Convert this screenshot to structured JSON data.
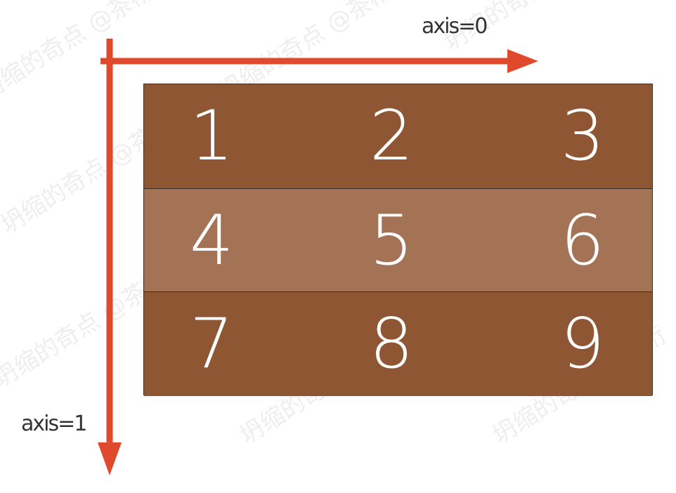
{
  "colors": {
    "arrow": "#e04a2c",
    "row_dark": "#8f5634",
    "row_light": "#a47255",
    "digit": "#ffffff"
  },
  "axis0": {
    "label": "axis=0"
  },
  "axis1": {
    "label": "axis=1"
  },
  "matrix": {
    "rows": [
      {
        "shade": "dark",
        "cells": [
          "1",
          "2",
          "3"
        ]
      },
      {
        "shade": "light",
        "cells": [
          "4",
          "5",
          "6"
        ]
      },
      {
        "shade": "dark",
        "cells": [
          "7",
          "8",
          "9"
        ]
      }
    ]
  },
  "watermark": {
    "text": "坍缩的奇点 @茶桁"
  }
}
